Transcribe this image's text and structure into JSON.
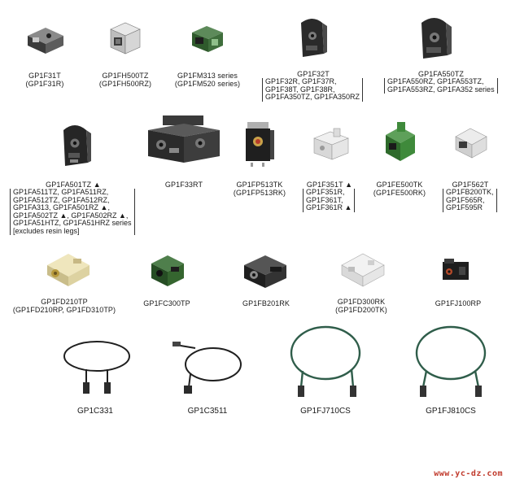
{
  "products": [
    {
      "id": "gp1f31t",
      "lines": [
        "GP1F31T",
        "(GP1F31R)"
      ],
      "bracket": []
    },
    {
      "id": "gp1fh500tz",
      "lines": [
        "GP1FH500TZ",
        "(GP1FH500RZ)"
      ],
      "bracket": []
    },
    {
      "id": "gp1fm313",
      "lines": [
        "GP1FM313 series",
        "(GP1FM520 series)"
      ],
      "bracket": []
    },
    {
      "id": "gp1f32t",
      "lines": [
        "GP1F32T"
      ],
      "bracket": [
        "GP1F32R, GP1F37R,",
        "GP1F38T, GP1F38R,",
        "GP1FA350TZ, GP1FA350RZ"
      ]
    },
    {
      "id": "gp1fa550tz",
      "lines": [
        "GP1FA550TZ"
      ],
      "bracket": [
        "GP1FA550RZ, GP1FA553TZ,",
        "GP1FA553RZ, GP1FA352 series"
      ]
    },
    {
      "id": "gp1fa501tz",
      "lines": [
        "GP1FA501TZ ▲"
      ],
      "bracket": [
        "GP1FA511TZ, GP1FA511RZ,",
        "GP1FA512TZ, GP1FA512RZ,",
        "GP1FA313, GP1FA501RZ ▲,",
        "GP1FA502TZ ▲, GP1FA502RZ ▲,",
        "GP1FA51HTZ, GP1FA51HRZ series",
        "[excludes resin legs]"
      ]
    },
    {
      "id": "gp1f33rt",
      "lines": [
        "GP1F33RT"
      ],
      "bracket": []
    },
    {
      "id": "gp1fp513tk",
      "lines": [
        "GP1FP513TK",
        "(GP1FP513RK)"
      ],
      "bracket": []
    },
    {
      "id": "gp1f351t",
      "lines": [
        "GP1F351T ▲"
      ],
      "bracket": [
        "GP1F351R,",
        "GP1F361T,",
        "GP1F361R ▲"
      ]
    },
    {
      "id": "gp1fe500tk",
      "lines": [
        "GP1FE500TK",
        "(GP1FE500RK)"
      ],
      "bracket": []
    },
    {
      "id": "gp1f562t",
      "lines": [
        "GP1F562T"
      ],
      "bracket": [
        "GP1FB200TK,",
        "GP1F565R,",
        "GP1F595R"
      ]
    },
    {
      "id": "gp1fd210tp",
      "lines": [
        "GP1FD210TP",
        "(GP1FD210RP, GP1FD310TP)"
      ],
      "bracket": []
    },
    {
      "id": "gp1fc300tp",
      "lines": [
        "GP1FC300TP"
      ],
      "bracket": []
    },
    {
      "id": "gp1fb201rk",
      "lines": [
        "GP1FB201RK"
      ],
      "bracket": []
    },
    {
      "id": "gp1fd300rk",
      "lines": [
        "GP1FD300RK",
        "(GP1FD200TK)"
      ],
      "bracket": []
    },
    {
      "id": "gp1fj100rp",
      "lines": [
        "GP1FJ100RP"
      ],
      "bracket": []
    }
  ],
  "cables": [
    {
      "id": "gp1c331",
      "label": "GP1C331"
    },
    {
      "id": "gp1c3511",
      "label": "GP1C3511"
    },
    {
      "id": "gp1fj710cs",
      "label": "GP1FJ710CS"
    },
    {
      "id": "gp1fj810cs",
      "label": "GP1FJ810CS"
    }
  ],
  "watermark": "www.yc-dz.com",
  "colors": {
    "dark": "#2b2b2b",
    "mid": "#6d6d6d",
    "green": "#3c7a3a",
    "cable_green": "#2f5d4a",
    "ivory": "#e6dcae"
  }
}
